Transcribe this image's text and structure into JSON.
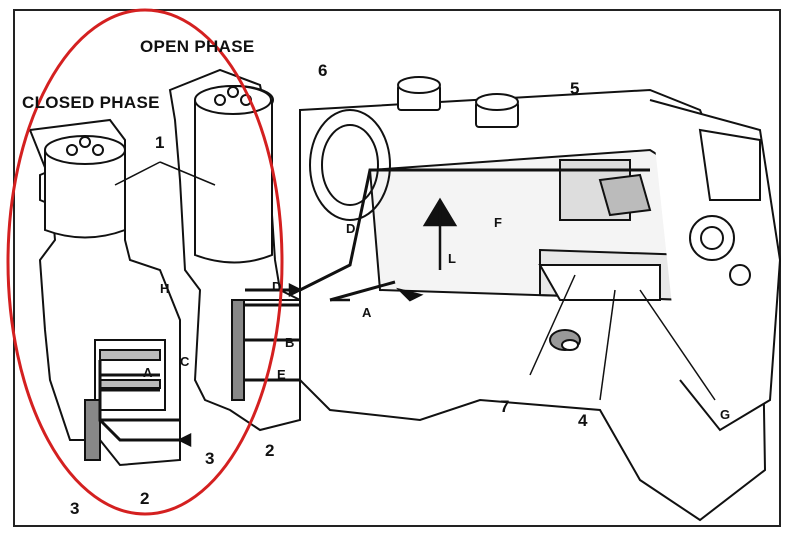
{
  "phases": {
    "open": "OPEN PHASE",
    "closed": "CLOSED PHASE"
  },
  "callouts": {
    "n1": "1",
    "n2_left": "2",
    "n2_right": "2",
    "n3_left": "3",
    "n3_right": "3",
    "n4": "4",
    "n5": "5",
    "n6": "6",
    "n7": "7"
  },
  "letters": {
    "A_left": "A",
    "A_right": "A",
    "B": "B",
    "C": "C",
    "D_left": "D",
    "D_right": "D",
    "E": "E",
    "F": "F",
    "G": "G",
    "H": "H",
    "L": "L"
  },
  "colors": {
    "ink": "#111111",
    "highlight_ellipse": "#d42020",
    "paper": "#ffffff"
  }
}
